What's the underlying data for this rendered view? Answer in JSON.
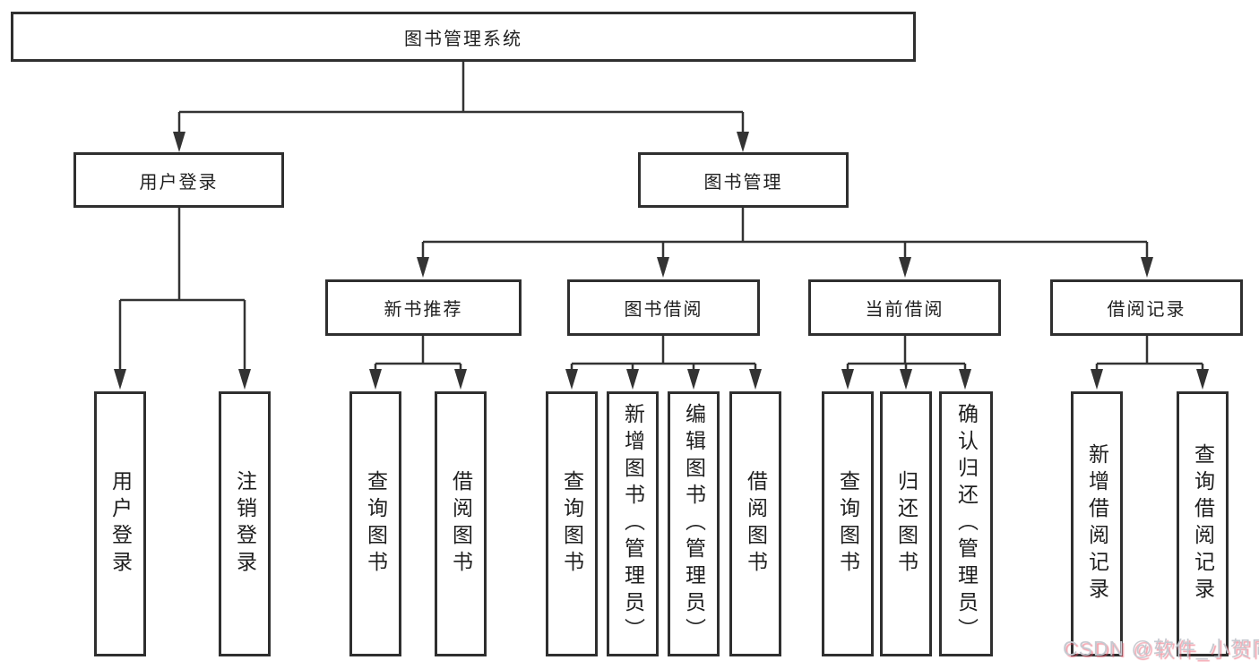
{
  "diagram_title": "图书管理系统",
  "nodes": {
    "root": {
      "label": "图书管理系统"
    },
    "user_login": {
      "label": "用户登录"
    },
    "book_management": {
      "label": "图书管理"
    },
    "new_book_recommend": {
      "label": "新书推荐"
    },
    "book_borrow": {
      "label": "图书借阅"
    },
    "current_borrow": {
      "label": "当前借阅"
    },
    "borrow_records": {
      "label": "借阅记录"
    },
    "login": {
      "label": "用户登录"
    },
    "logout": {
      "label": "注销登录"
    },
    "nbr_query_books": {
      "label": "查询图书"
    },
    "nbr_borrow_books": {
      "label": "借阅图书"
    },
    "bb_query_books": {
      "label": "查询图书"
    },
    "bb_add_books": {
      "label": "新增图书（管理员）"
    },
    "bb_edit_books": {
      "label": "编辑图书（管理员）"
    },
    "bb_borrow_books": {
      "label": "借阅图书"
    },
    "cb_query_books": {
      "label": "查询图书"
    },
    "cb_return_books": {
      "label": "归还图书"
    },
    "cb_confirm_return": {
      "label": "确认归还（管理员）"
    },
    "br_add_record": {
      "label": "新增借阅记录"
    },
    "br_query_record": {
      "label": "查询借阅记录"
    }
  },
  "hierarchy": {
    "root": [
      "user_login",
      "book_management"
    ],
    "user_login": [
      "login",
      "logout"
    ],
    "book_management": [
      "new_book_recommend",
      "book_borrow",
      "current_borrow",
      "borrow_records"
    ],
    "new_book_recommend": [
      "nbr_query_books",
      "nbr_borrow_books"
    ],
    "book_borrow": [
      "bb_query_books",
      "bb_add_books",
      "bb_edit_books",
      "bb_borrow_books"
    ],
    "current_borrow": [
      "cb_query_books",
      "cb_return_books",
      "cb_confirm_return"
    ],
    "borrow_records": [
      "br_add_record",
      "br_query_record"
    ]
  },
  "colors": {
    "line": "#333333",
    "box_border": "#2f2f2f",
    "text": "#1f1f1f",
    "watermark_text": "#c6c9d0",
    "watermark_accent": "#e9556a"
  },
  "watermark": {
    "text": "CSDN @软件_小贺同学"
  }
}
